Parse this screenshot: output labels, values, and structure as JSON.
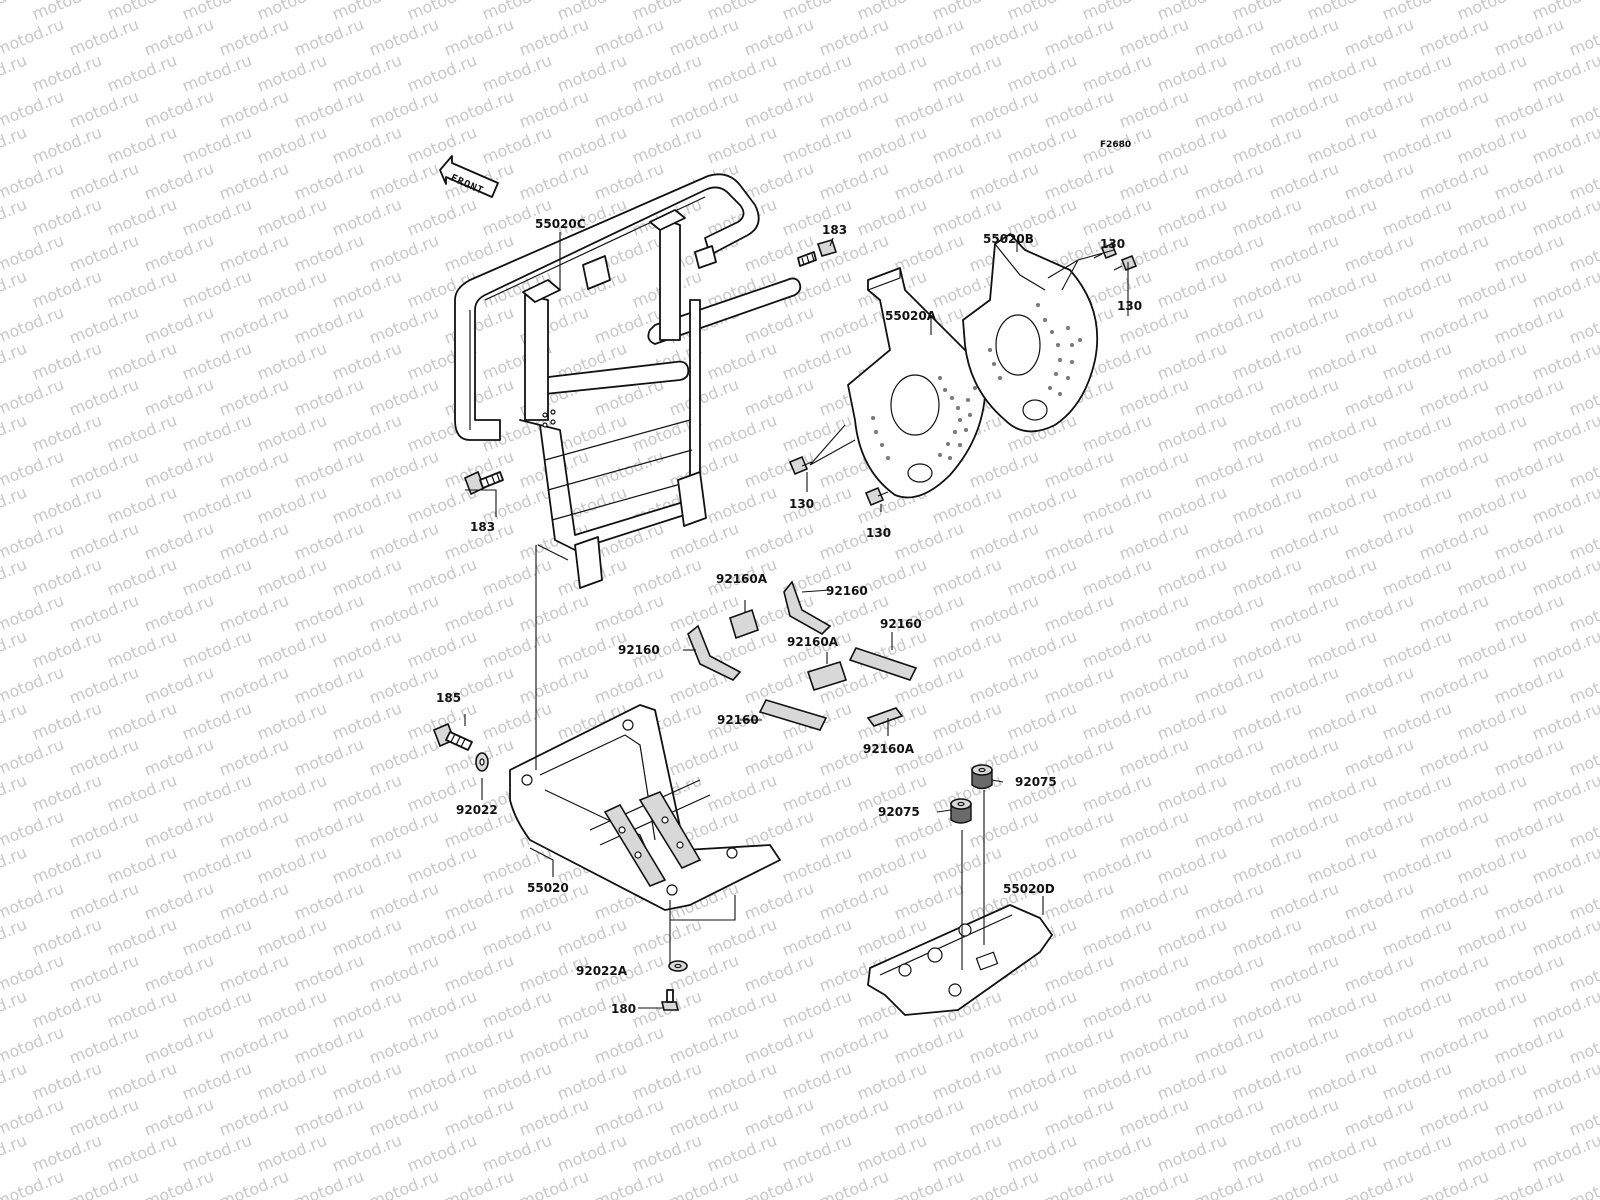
{
  "diagram": {
    "code": "F2680",
    "front_label": "FRONT",
    "watermark": "motod.ru",
    "colors": {
      "ink": "#111111",
      "paper": "#ffffff",
      "watermark": "#c8c8c8",
      "fill": "#d8d8d8"
    }
  },
  "labels": {
    "p55020c": "55020C",
    "p183a": "183",
    "p183b": "183",
    "p55020a": "55020A",
    "p55020b": "55020B",
    "p130a": "130",
    "p130b": "130",
    "p130c": "130",
    "p130d": "130",
    "p92160a_1": "92160A",
    "p92160_1": "92160",
    "p92160_2": "92160",
    "p92160a_2": "92160A",
    "p92160_3": "92160",
    "p92160_4": "92160",
    "p92160a_3": "92160A",
    "p185": "185",
    "p92022": "92022",
    "p55020": "55020",
    "p92022a": "92022A",
    "p180": "180",
    "p92075a": "92075",
    "p92075b": "92075",
    "p55020d": "55020D"
  }
}
